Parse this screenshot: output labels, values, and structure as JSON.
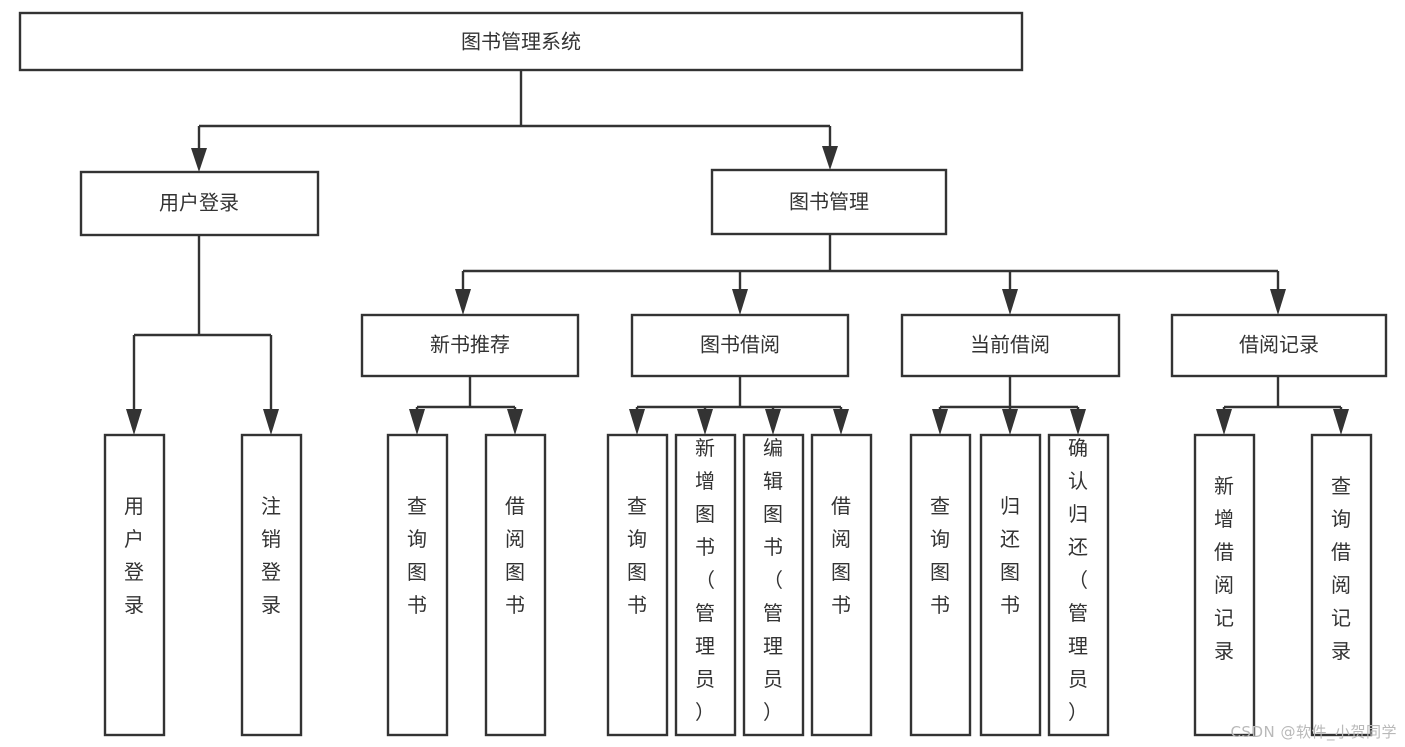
{
  "diagram": {
    "type": "tree-hierarchy",
    "title": "图书管理系统",
    "colors": {
      "stroke": "#333333",
      "fill": "#ffffff",
      "text": "#333333",
      "watermark": "#b9b9b9",
      "background": "#ffffff"
    },
    "root": {
      "label": "图书管理系统",
      "level": 0
    },
    "level1": [
      {
        "label": "用户登录"
      },
      {
        "label": "图书管理"
      }
    ],
    "level2": [
      {
        "label": "新书推荐",
        "parent": "图书管理"
      },
      {
        "label": "图书借阅",
        "parent": "图书管理"
      },
      {
        "label": "当前借阅",
        "parent": "图书管理"
      },
      {
        "label": "借阅记录",
        "parent": "图书管理"
      }
    ],
    "leaves": {
      "用户登录": [
        {
          "label": "用户登录"
        },
        {
          "label": "注销登录"
        }
      ],
      "新书推荐": [
        {
          "label": "查询图书"
        },
        {
          "label": "借阅图书"
        }
      ],
      "图书借阅": [
        {
          "label": "查询图书"
        },
        {
          "label": "新增图书（管理员）"
        },
        {
          "label": "编辑图书（管理员）"
        },
        {
          "label": "借阅图书"
        }
      ],
      "当前借阅": [
        {
          "label": "查询图书"
        },
        {
          "label": "归还图书"
        },
        {
          "label": "确认归还（管理员）"
        }
      ],
      "借阅记录": [
        {
          "label": "新增借阅记录"
        },
        {
          "label": "查询借阅记录"
        }
      ]
    }
  },
  "watermark": {
    "text": "CSDN @软件_小贺同学"
  }
}
